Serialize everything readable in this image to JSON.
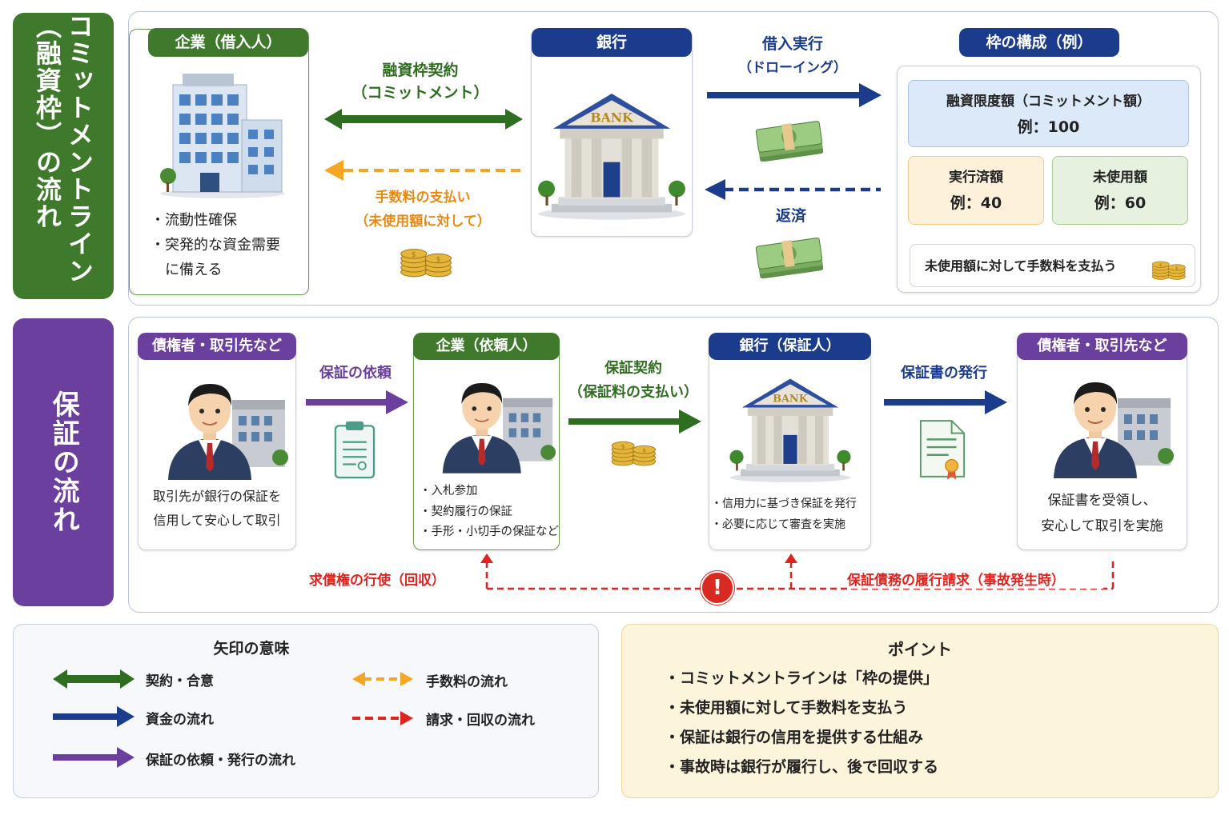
{
  "commitment": {
    "side_title": "コミットメントライン（融資枠）の流れ",
    "borrower": {
      "label": "企業（借入人）",
      "bullets": [
        "・流動性確保",
        "・突発的な資金需要",
        "　に備える"
      ]
    },
    "bank": {
      "label": "銀行",
      "sign": "BANK"
    },
    "contract_arrow": {
      "line1": "融資枠契約",
      "line2": "（コミットメント）"
    },
    "fee_arrow": {
      "line1": "手数料の支払い",
      "line2": "（未使用額に対して）"
    },
    "drawdown_arrow": {
      "line1": "借入実行",
      "line2": "（ドローイング）"
    },
    "repay_arrow": {
      "label": "返済"
    },
    "structure": {
      "title": "枠の構成（例）",
      "limit": {
        "label": "融資限度額（コミットメント額）",
        "value": "例：100"
      },
      "used": {
        "label": "実行済額",
        "value": "例：40"
      },
      "unused": {
        "label": "未使用額",
        "value": "例：60"
      },
      "fee_note": "未使用額に対して手数料を支払う"
    }
  },
  "guarantee": {
    "side_title": "保証の流れ",
    "creditor_left": {
      "label": "債権者・取引先など",
      "text": [
        "取引先が銀行の保証を",
        "信用して安心して取引"
      ]
    },
    "request_arrow": {
      "label": "保証の依頼"
    },
    "company": {
      "label": "企業（依頼人）",
      "bullets": [
        "・入札参加",
        "・契約履行の保証",
        "・手形・小切手の保証など"
      ]
    },
    "contract_arrow": {
      "line1": "保証契約",
      "line2": "（保証料の支払い）"
    },
    "bank": {
      "label": "銀行（保証人）",
      "sign": "BANK",
      "bullets": [
        "・信用力に基づき保証を発行",
        "・必要に応じて審査を実施"
      ]
    },
    "issue_arrow": {
      "label": "保証書の発行"
    },
    "creditor_right": {
      "label": "債権者・取引先など",
      "text": [
        "保証書を受領し、",
        "安心して取引を実施"
      ]
    },
    "recourse_label": "求償権の行使（回収）",
    "claim_label": "保証債務の履行請求（事故発生時）",
    "alert_symbol": "!"
  },
  "legend": {
    "title": "矢印の意味",
    "items": [
      "契約・合意",
      "資金の流れ",
      "保証の依頼・発行の流れ",
      "手数料の流れ",
      "請求・回収の流れ"
    ]
  },
  "points": {
    "title": "ポイント",
    "items": [
      "・コミットメントラインは「枠の提供」",
      "・未使用額に対して手数料を支払う",
      "・保証は銀行の信用を提供する仕組み",
      "・事故時は銀行が履行し、後で回収する"
    ]
  },
  "colors": {
    "contract": "#2f6e21",
    "funds": "#1b3c8c",
    "guarantee": "#6a3f9e",
    "fee": "#f5a623",
    "claim": "#e0231c"
  },
  "icons": [
    "office-building-icon",
    "bank-building-icon",
    "cash-stack-icon",
    "coin-stack-icon",
    "businessman-icon",
    "clipboard-icon",
    "certificate-icon",
    "alert-icon"
  ]
}
